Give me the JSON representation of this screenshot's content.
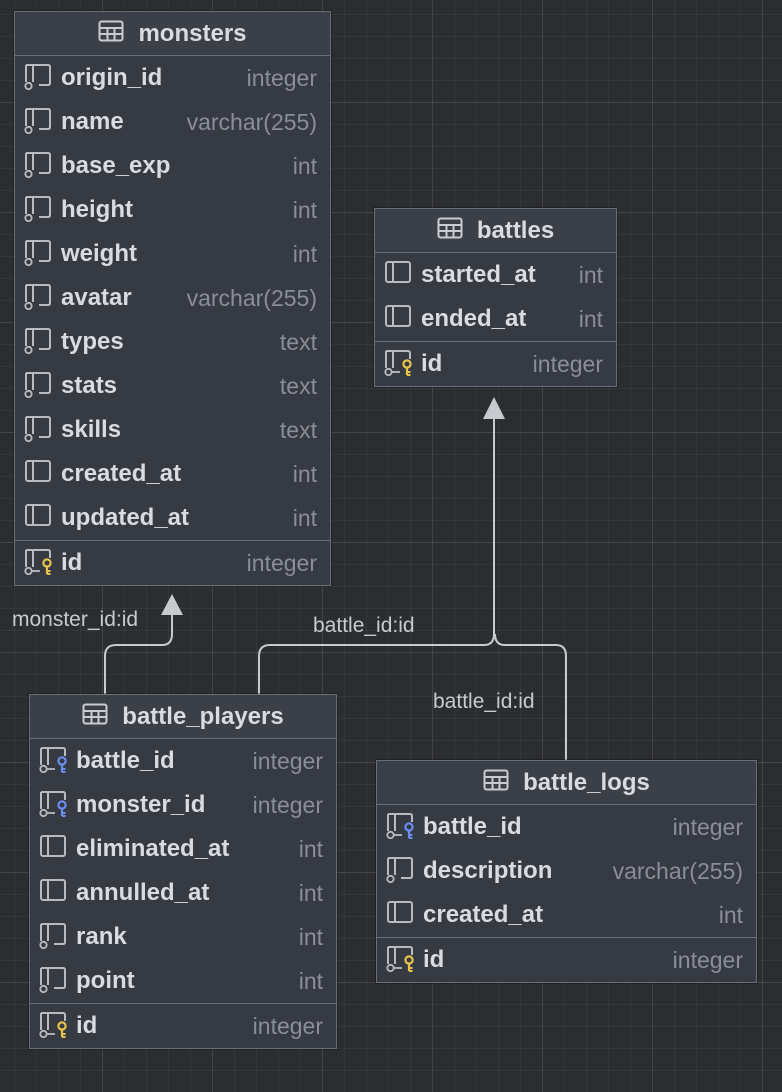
{
  "tables": {
    "monsters": {
      "title": "monsters",
      "columns": [
        {
          "name": "origin_id",
          "type": "integer"
        },
        {
          "name": "name",
          "type": "varchar(255)"
        },
        {
          "name": "base_exp",
          "type": "int"
        },
        {
          "name": "height",
          "type": "int"
        },
        {
          "name": "weight",
          "type": "int"
        },
        {
          "name": "avatar",
          "type": "varchar(255)"
        },
        {
          "name": "types",
          "type": "text"
        },
        {
          "name": "stats",
          "type": "text"
        },
        {
          "name": "skills",
          "type": "text"
        },
        {
          "name": "created_at",
          "type": "int"
        },
        {
          "name": "updated_at",
          "type": "int"
        }
      ],
      "pk": {
        "name": "id",
        "type": "integer"
      }
    },
    "battles": {
      "title": "battles",
      "columns": [
        {
          "name": "started_at",
          "type": "int"
        },
        {
          "name": "ended_at",
          "type": "int"
        }
      ],
      "pk": {
        "name": "id",
        "type": "integer"
      }
    },
    "battle_players": {
      "title": "battle_players",
      "columns": [
        {
          "name": "battle_id",
          "type": "integer"
        },
        {
          "name": "monster_id",
          "type": "integer"
        },
        {
          "name": "eliminated_at",
          "type": "int"
        },
        {
          "name": "annulled_at",
          "type": "int"
        },
        {
          "name": "rank",
          "type": "int"
        },
        {
          "name": "point",
          "type": "int"
        }
      ],
      "pk": {
        "name": "id",
        "type": "integer"
      }
    },
    "battle_logs": {
      "title": "battle_logs",
      "columns": [
        {
          "name": "battle_id",
          "type": "integer"
        },
        {
          "name": "description",
          "type": "varchar(255)"
        },
        {
          "name": "created_at",
          "type": "int"
        }
      ],
      "pk": {
        "name": "id",
        "type": "integer"
      }
    }
  },
  "edges": {
    "monster_link": "monster_id:id",
    "battle_players_link": "battle_id:id",
    "battle_logs_link": "battle_id:id"
  },
  "colors": {
    "background": "#2b2d31",
    "table_bg": "#363a43",
    "border": "#6a6e77",
    "pk_key": "#e8c34a",
    "fk_key": "#6b8cf0",
    "connector": "#c8cad0"
  }
}
